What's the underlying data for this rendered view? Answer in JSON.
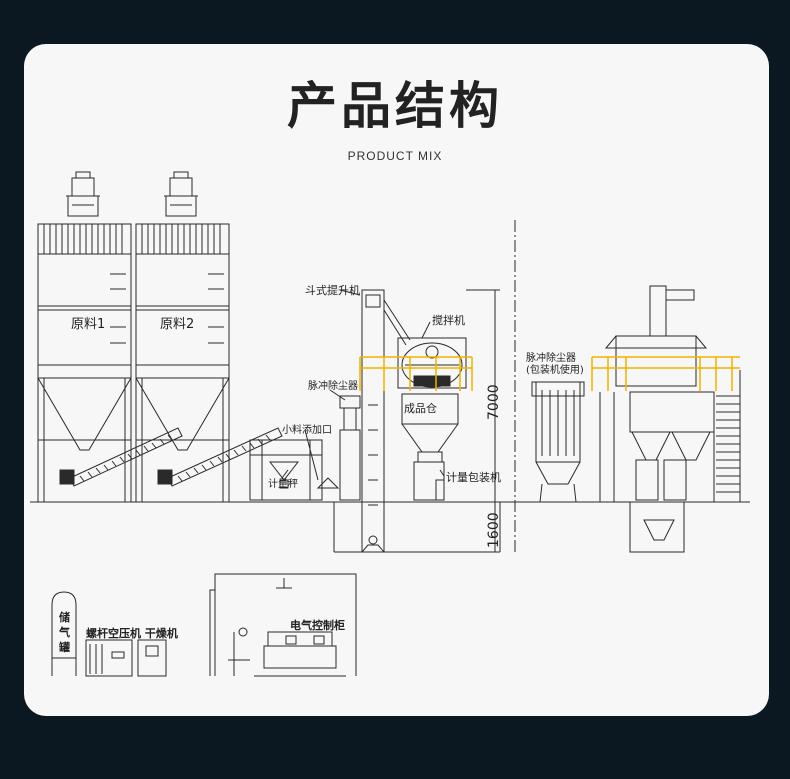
{
  "header": {
    "title": "产品结构",
    "subtitle": "PRODUCT MIX"
  },
  "labels": {
    "raw_material_1": "原料1",
    "raw_material_2": "原料2",
    "bucket_elevator": "斗式提升机",
    "mixer": "搅拌机",
    "pulse_dust_collector": "脉冲除尘器",
    "small_material_inlet": "小料添加口",
    "weighing_scale": "计量秤",
    "finished_bin": "成品仓",
    "metering_packer": "计量包装机",
    "dim_height": "7000",
    "dim_pit": "1600",
    "pulse_dust_collector_right": "脉冲除尘器",
    "for_packer_use": "(包装机使用)",
    "storage_tank": [
      "储",
      "气",
      "罐"
    ],
    "screw_compressor_dryer": "螺杆空压机 干燥机",
    "electric_cabinet": "电气控制柜"
  },
  "colors": {
    "background": "#0b1822",
    "card": "#f7f7f7",
    "line": "#2a2a2a",
    "railing": "#f0b400"
  }
}
